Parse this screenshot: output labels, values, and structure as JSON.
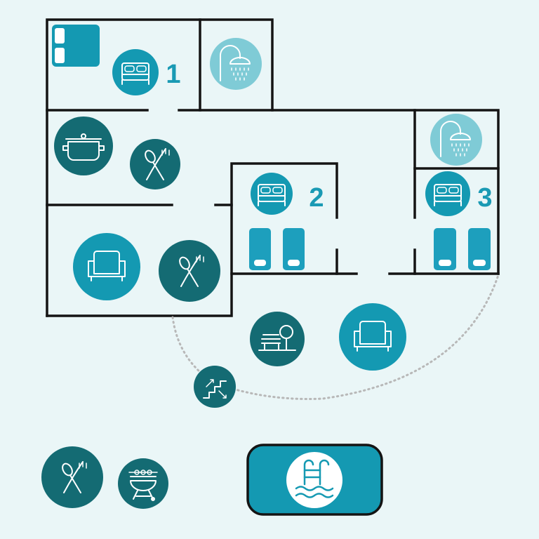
{
  "colors": {
    "background": "#eaf6f7",
    "wall": "#141414",
    "teal": "#1499b2",
    "teal_dark": "#146b73",
    "teal_light": "#7fcbd6",
    "bed_teal": "#1d9fbd",
    "label": "#1a9ab4",
    "path_dots": "#b8b8b8"
  },
  "rooms": {
    "bedroom_1": {
      "number": "1",
      "icon": "double-bed-icon"
    },
    "bedroom_2": {
      "number": "2",
      "icon": "double-bed-icon"
    },
    "bedroom_3": {
      "number": "3",
      "icon": "double-bed-icon"
    },
    "bathroom_1": {
      "icon": "shower-icon"
    },
    "bathroom_2": {
      "icon": "shower-icon"
    },
    "kitchen": {
      "icons": [
        "cooking-pot-icon",
        "cutlery-icon"
      ]
    },
    "living_room": {
      "icons": [
        "armchair-icon",
        "cutlery-icon"
      ]
    }
  },
  "outdoor": {
    "icons": [
      "garden-bench-icon",
      "armchair-icon",
      "stairs-icon",
      "cutlery-icon",
      "barbecue-grill-icon"
    ],
    "pool": {
      "icon": "pool-ladder-icon"
    }
  }
}
